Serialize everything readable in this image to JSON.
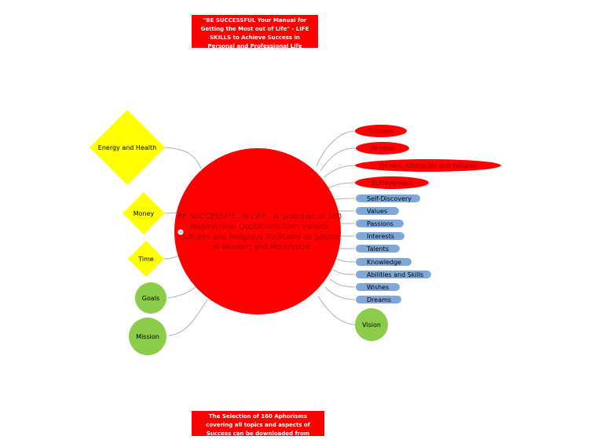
{
  "banner_top": "\"BE SUCCESSFUL Your Manual for Getting the Most out of Life\" - LIFE SKILLS to Achieve Success in Personal and Professional Life",
  "banner_bottom": "The Selection of 160 Aphorisms covering all topics and aspects of Success can be downloaded from www.b-successful.com",
  "center": {
    "lines": [
      "BE SUCCESSFUL IN LIFE - A Selection of 160",
      "Inspirational Quotations from various",
      "Cultures and Religious Traditions as Source",
      "of Wisdom and Motivation"
    ]
  },
  "left_nodes": {
    "energy": "Energy and Health",
    "money": "Money",
    "time": "Time",
    "goals": "Goals",
    "mission": "Mission"
  },
  "right_nodes": {
    "success": "Success",
    "mindset": "Mindset",
    "drivers": "Drivers, Obstacles and Failures",
    "achievement": "Achievement",
    "self_discovery": "Self-Discovery",
    "values": "Values",
    "passions": "Passions",
    "interests": "Interests",
    "talents": "Talents",
    "knowledge": "Knowledge",
    "abilities": "Abilities and Skills",
    "wishes": "Wishes",
    "dreams": "Dreams",
    "vision": "Vision"
  },
  "colors": {
    "red": "#ff0000",
    "yellow": "#ffff00",
    "green": "#8bcd4a",
    "blue": "#7fa8d8",
    "connector": "#b0b0b0"
  }
}
